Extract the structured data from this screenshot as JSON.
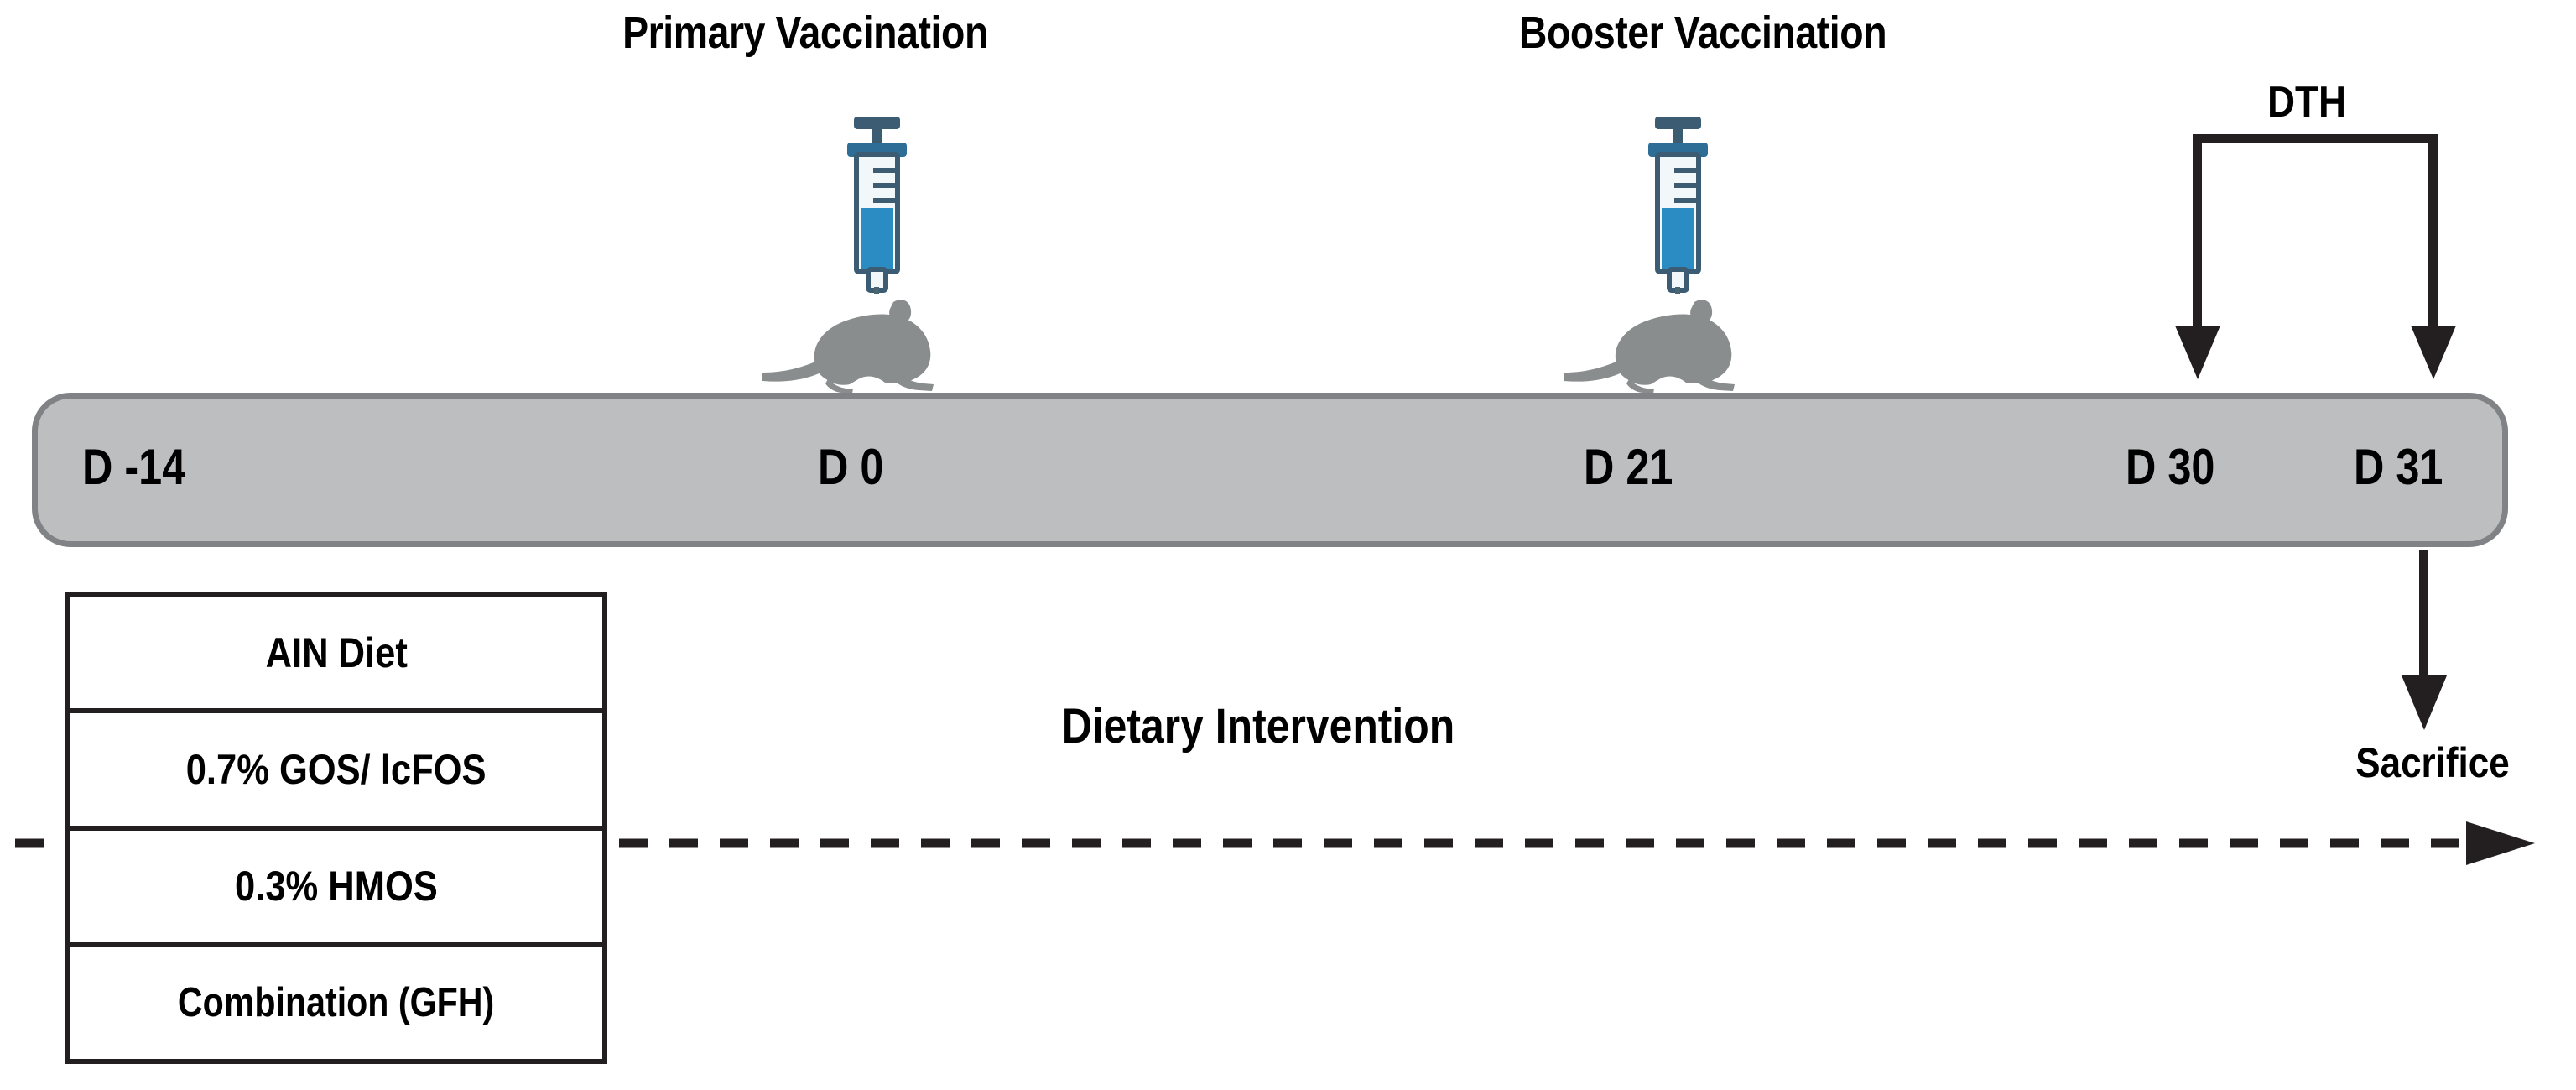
{
  "diagram": {
    "type": "experimental-timeline",
    "title": "Mouse vaccination study timeline with dietary intervention",
    "colors": {
      "bar_fill": "#bcbec0",
      "bar_border": "#808285",
      "mouse": "#898d8d",
      "syringe_body": "#3b5c72",
      "syringe_liquid": "#2b8cc4",
      "syringe_barrel": "#f2f7fa",
      "line": "#231f20",
      "text": "#000000",
      "background": "#ffffff"
    }
  },
  "events": [
    {
      "label": "Primary Vaccination",
      "day": "D 0",
      "icon": "syringe-icon",
      "animal_icon": "mouse-icon"
    },
    {
      "label": "Booster Vaccination",
      "day": "D 21",
      "icon": "syringe-icon",
      "animal_icon": "mouse-icon"
    }
  ],
  "timeline": {
    "days": [
      {
        "id": "d-minus-14",
        "label": "D -14"
      },
      {
        "id": "d-0",
        "label": "D 0"
      },
      {
        "id": "d-21",
        "label": "D 21"
      },
      {
        "id": "d-30",
        "label": "D 30"
      },
      {
        "id": "d-31",
        "label": "D 31"
      }
    ]
  },
  "dth": {
    "label": "DTH",
    "spans": [
      "D 30",
      "D 31"
    ]
  },
  "sacrifice": {
    "label": "Sacrifice",
    "at_day": "D 31"
  },
  "intervention": {
    "label": "Dietary Intervention",
    "diet_groups": [
      {
        "label": "AIN Diet"
      },
      {
        "label": "0.7% GOS/ lcFOS"
      },
      {
        "label": "0.3% HMOS"
      },
      {
        "label": "Combination (GFH)"
      }
    ]
  }
}
